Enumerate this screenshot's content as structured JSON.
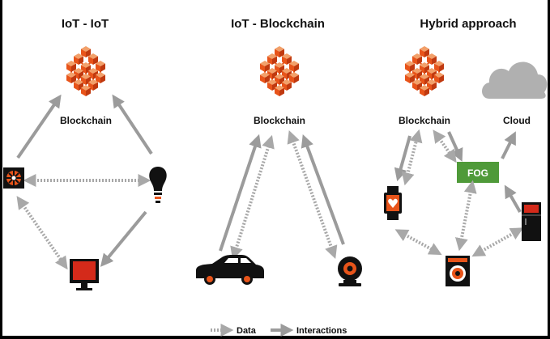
{
  "sections": {
    "iot_iot": {
      "title": "IoT - IoT",
      "blockchain_label": "Blockchain"
    },
    "iot_blockchain": {
      "title": "IoT - Blockchain",
      "blockchain_label": "Blockchain"
    },
    "hybrid": {
      "title": "Hybrid approach",
      "blockchain_label": "Blockchain",
      "cloud_label": "Cloud",
      "fog_label": "FOG"
    }
  },
  "legend": {
    "data_label": "Data",
    "interactions_label": "Interactions"
  },
  "colors": {
    "accent": "#e8541a",
    "fog_green": "#4f9a39",
    "arrow_gray": "#9b9b9b",
    "cloud_gray": "#b0b0b0",
    "device_red": "#d42a1a"
  }
}
